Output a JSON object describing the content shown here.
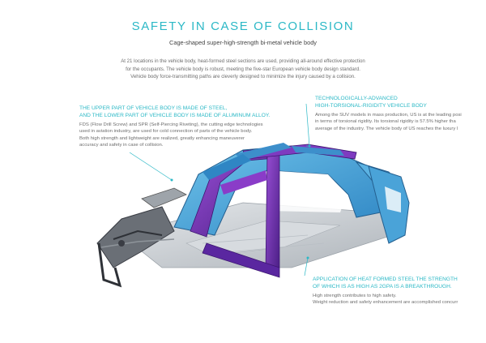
{
  "header": {
    "title": "SAFETY IN CASE OF COLLISION",
    "subtitle": "Cage-shaped super-high-strength bi-metal vehicle body"
  },
  "intro": {
    "line1": "At 21 locations in the vehicle body, heat-formed steel sections are used, providing all-around effective protection",
    "line2": "for the occupants. The vehicle body is robust, meeting the five-star European vehicle body design standard.",
    "line3": "Vehicle body force-transmitting paths are cleverly designed to minimize the injury caused by a collision."
  },
  "callouts": {
    "upper_lower": {
      "head1": "THE UPPER PART OF VEHICLE BODY IS MADE OF STEEL,",
      "head2": "AND THE LOWER PART OF VEHICLE BODY IS MADE OF ALUMINUM ALLOY.",
      "body1": "FDS (Flow Drill Screw) and SPR (Self-Piercing Riveting), the cutting edge technologies",
      "body2": "used in aviation industry, are used for cold connection of parts of the vehicle body.",
      "body3": "Both high strength and lightweight are realized, greatly enhancing maneuverer",
      "body4": "accuracy and safety in case of collision."
    },
    "torsional": {
      "head1": "TECHNOLOGICALLY-ADVANCED",
      "head2": "HIGH-TORSIONAL-RIGIDITY VEHICLE BODY",
      "body1": "Among the SUV models in mass production, US is at the leading posi",
      "body2": "in terms of torsional rigidity. Its torsional rigidity is 57.5% higher tha",
      "body3": "average of the industry. The vehicle body of US reaches the luxury l"
    },
    "heat_formed": {
      "head1": "APPLICATION OF HEAT FORMED STEEL THE STRENGTH",
      "head2": "OF WHICH IS AS HIGH AS 2GPA IS A BREAKTHROUGH.",
      "body1": "High strength contributes to high safety.",
      "body2": "Weight reduction and safety enhancement are accomplished concurr"
    }
  },
  "colors": {
    "accent": "#2bb8c6",
    "frame_blue": "#4aa3d8",
    "frame_purple": "#6a2fa0",
    "frame_violet": "#8a3cc8",
    "aluminum": "#c8cdd2",
    "dark_steel": "#3a3d44"
  }
}
